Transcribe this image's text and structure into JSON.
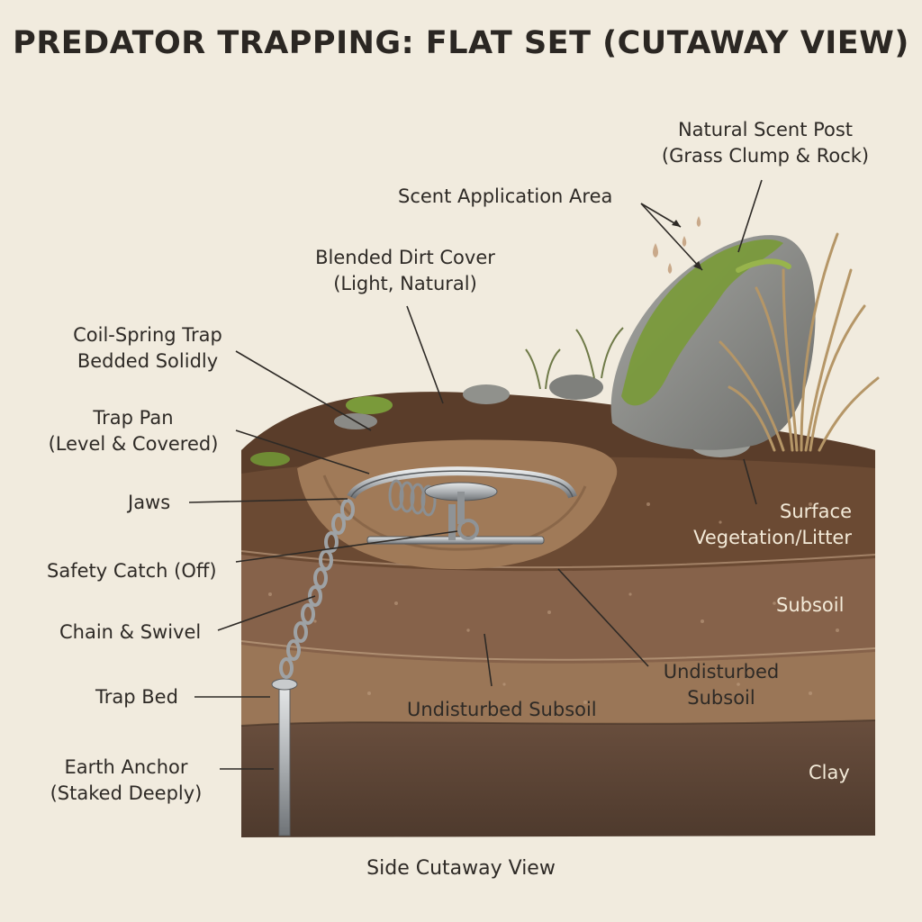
{
  "title": "PREDATOR TRAPPING: FLAT SET (CUTAWAY VIEW)",
  "labels": {
    "scent_post_1": "Natural Scent Post",
    "scent_post_2": "(Grass Clump & Rock)",
    "scent_area": "Scent Application Area",
    "dirt_cover_1": "Blended Dirt Cover",
    "dirt_cover_2": "(Light, Natural)",
    "coil_trap_1": "Coil-Spring Trap",
    "coil_trap_2": "Bedded Solidly",
    "trap_pan_1": "Trap Pan",
    "trap_pan_2": "(Level & Covered)",
    "jaws": "Jaws",
    "safety_catch": "Safety Catch (Off)",
    "chain_swivel": "Chain & Swivel",
    "trap_bed": "Trap Bed",
    "earth_anchor_1": "Earth Anchor",
    "earth_anchor_2": "(Staked Deeply)",
    "surface_veg_1": "Surface",
    "surface_veg_2": "Vegetation/Litter",
    "subsoil": "Subsoil",
    "undisturbed_right_1": "Undisturbed",
    "undisturbed_right_2": "Subsoil",
    "undisturbed_center": "Undisturbed Subsoil",
    "clay": "Clay"
  },
  "caption": "Side Cutaway View",
  "colors": {
    "background": "#f1ebde",
    "topsoil": "#6b4a33",
    "subsoil_upper": "#86624a",
    "subsoil_lower": "#9a7657",
    "clay": "#5e4637",
    "steel": "#b9bcbe",
    "rock": "#8e8f8b",
    "moss": "#7a9a3a",
    "grass": "#b59667"
  }
}
